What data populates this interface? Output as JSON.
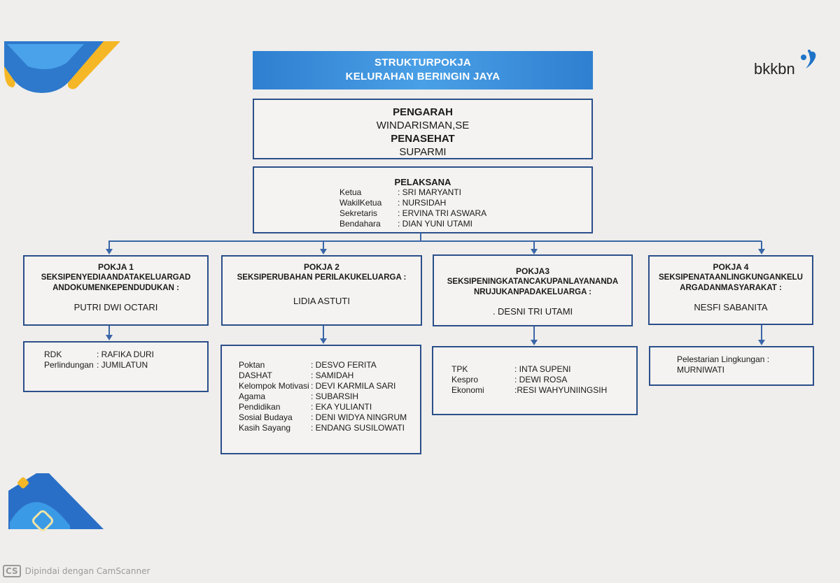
{
  "title": {
    "line1": "STRUKTURPOKJA",
    "line2": "KELURAHAN BERINGIN JAYA"
  },
  "logo": {
    "text": "bkkbn"
  },
  "pengarah": {
    "label": "PENGARAH",
    "name": "WINDARISMAN,SE",
    "penasehat_label": "PENASEHAT",
    "penasehat_name": "SUPARMI"
  },
  "pelaksana": {
    "label": "PELAKSANA",
    "rows": [
      {
        "role": "Ketua",
        "name": ": SRI MARYANTI"
      },
      {
        "role": "WakilKetua",
        "name": ": NURSIDAH"
      },
      {
        "role": "Sekretaris",
        "name": ": ERVINA TRI ASWARA"
      },
      {
        "role": "Bendahara",
        "name": ": DIAN YUNI UTAMI"
      }
    ]
  },
  "pokja": [
    {
      "title": "POKJA 1",
      "section": "SEKSIPENYEDIAANDATAKELUARGAD ANDOKUMENKEPENDUDUKAN :",
      "head": "PUTRI DWI OCTARI",
      "members": [
        {
          "role": "RDK",
          "name": ": RAFIKA DURI"
        },
        {
          "role": "Perlindungan",
          "name": ": JUMILATUN"
        }
      ]
    },
    {
      "title": "POKJA 2",
      "section": "SEKSIPERUBAHAN PERILAKUKELUARGA :",
      "head": "LIDIA ASTUTI",
      "members": [
        {
          "role": "Poktan",
          "name": ": DESVO FERITA"
        },
        {
          "role": "DASHAT",
          "name": ": SAMIDAH"
        },
        {
          "role": "Kelompok Motivasi",
          "name": ": DEVI KARMILA SARI"
        },
        {
          "role": "Agama",
          "name": ": SUBARSIH"
        },
        {
          "role": "Pendidikan",
          "name": ":  EKA YULIANTI"
        },
        {
          "role": "Sosial Budaya",
          "name": ": DENI WIDYA NINGRUM"
        },
        {
          "role": "Kasih Sayang",
          "name": ": ENDANG SUSILOWATI"
        }
      ]
    },
    {
      "title": "POKJA3",
      "section": "SEKSIPENINGKATANCAKUPANLAYANANDA NRUJUKANPADAKELUARGA :",
      "head": ". DESNI TRI UTAMI",
      "members": [
        {
          "role": "TPK",
          "name": ": INTA SUPENI"
        },
        {
          "role": "Kespro",
          "name": ": DEWI ROSA"
        },
        {
          "role": "Ekonomi",
          "name": ":RESI WAHYUNIINGSIH"
        }
      ]
    },
    {
      "title": "POKJA 4",
      "section": "SEKSIPENATAANLINGKUNGANKELU ARGADANMASYARAKAT :",
      "head": "NESFI SABANITA",
      "members": [
        {
          "role": "Pelestarian Lingkungan :",
          "name": "MURNIWATI"
        }
      ]
    }
  ],
  "footer": {
    "badge": "CS",
    "text": "Dipindai dengan CamScanner"
  }
}
